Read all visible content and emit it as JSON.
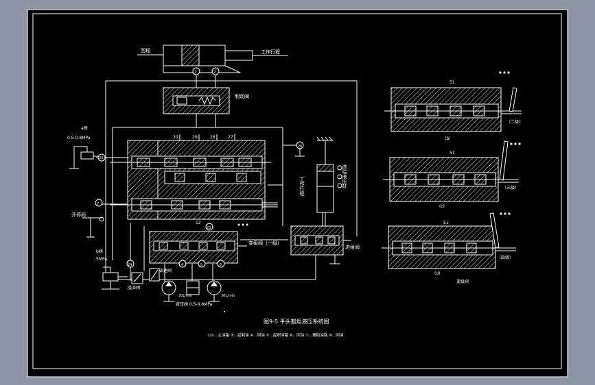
{
  "labels": {
    "cylinder_left": "回程",
    "cylinder_right": "工作行程",
    "port_1": "1",
    "port_2": "2",
    "brake_valve": "制动阀",
    "valve_top_nums": [
      "30",
      "29",
      "28",
      "27"
    ],
    "left_valve": "a阀",
    "left_pressure": "0.5-0.8MPa",
    "num_26": "26",
    "num_25": "25",
    "num_7": "7",
    "num_12": "12",
    "num_23": "23",
    "num_24": "24",
    "num_4": "4",
    "num_5": "5",
    "num_6": "6",
    "open_stop_valve": "开停阀",
    "b_valve": "b阀",
    "b_pressure": "5MPa",
    "relief_valve": "溢流阀",
    "throttle_valve": "调速阀",
    "shift_valve_mid": "变级阀（一级）",
    "work_cylinder": "工作行程",
    "feed_cylinder": "进给液压缸",
    "feed_valve": "进给阀",
    "pump_left_flow": "30L/min",
    "pump_right_flow": "30L/min",
    "main_pressure": "背压阀 0.5-0.8MPa",
    "figure_title": "图9-5 平头割炬液压系统图",
    "legend_line": "①②…主油路 ③…控制油 ④…回油 ⑤…控制油路 ⑥…回油 ⑦…辅助油路 ⑧…回油",
    "panel_b_num": "51",
    "panel_b_state": "（二级）",
    "panel_b_caption": "(b)",
    "panel_c_num": "51",
    "panel_c_state": "（三级）",
    "panel_c_caption": "(c)",
    "panel_d_num": "51",
    "panel_d_state": "（四级）",
    "panel_d_caption": "(d)",
    "shift_valve_caption": "变级阀"
  }
}
